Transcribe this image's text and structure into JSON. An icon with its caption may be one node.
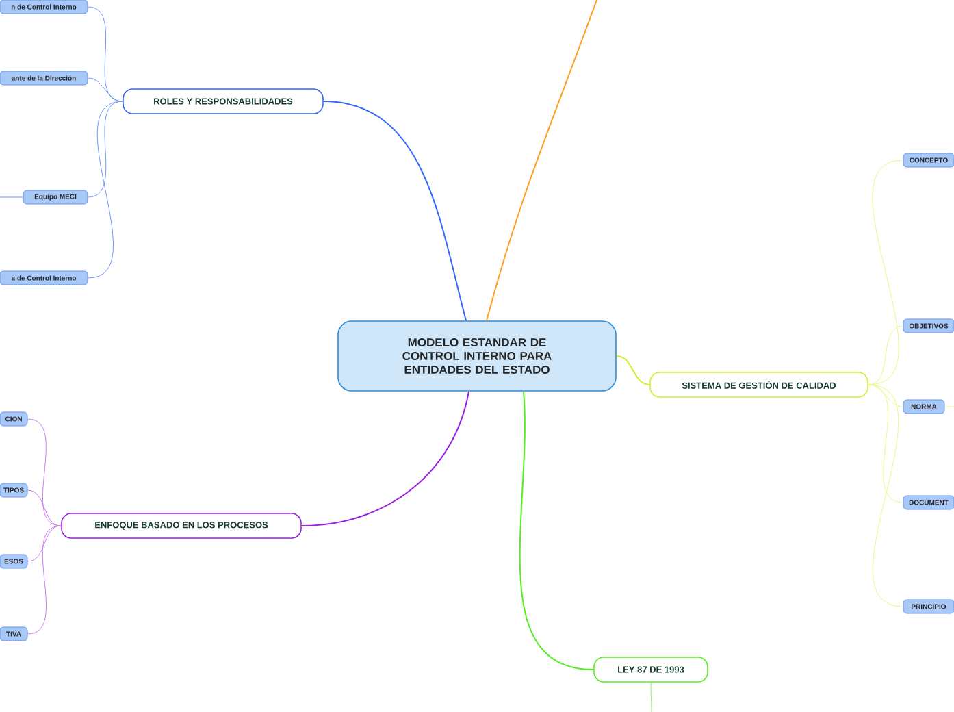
{
  "diagram": {
    "nodes": [
      {
        "text": [
          "MODELO ESTANDAR DE CONTROL INTERNO PARA ENTIDADES DEL ESTADO"
        ]
      },
      {
        "text": [
          "ROLES Y RESPONSABILIDADES"
        ]
      },
      {
        "text": [
          "n de Control Interno"
        ]
      },
      {
        "text": [
          "ante de la Dirección"
        ]
      },
      {
        "text": [
          "Equipo MECI"
        ]
      },
      {
        "text": [
          "a de Control Interno"
        ]
      },
      {
        "text": [
          "ENFOQUE BASADO EN LOS PROCESOS"
        ]
      },
      {
        "text": [
          "CION"
        ]
      },
      {
        "text": [
          "TIPOS"
        ]
      },
      {
        "text": [
          "ESOS"
        ]
      },
      {
        "text": [
          "TIVA"
        ]
      },
      {
        "text": [
          "SISTEMA DE GESTIÓN DE CALIDAD"
        ]
      },
      {
        "text": [
          "CONCEPTO"
        ]
      },
      {
        "text": [
          "OBJETIVOS"
        ]
      },
      {
        "text": [
          "NORMA"
        ]
      },
      {
        "text": [
          "DOCUMENT"
        ]
      },
      {
        "text": [
          "PRINCIPIO"
        ]
      },
      {
        "text": [
          "LEY 87 DE 1993"
        ]
      }
    ],
    "edges": [
      {
        "from": 0,
        "to": null,
        "arrow": "none",
        "color": "#ff9f1c"
      },
      {
        "from": 0,
        "to": 1,
        "arrow": "none",
        "color": "#3366ff"
      },
      {
        "from": 1,
        "to": 2,
        "arrow": "none",
        "color": "#6f96f5"
      },
      {
        "from": 1,
        "to": 3,
        "arrow": "none",
        "color": "#6f96f5"
      },
      {
        "from": 1,
        "to": 4,
        "arrow": "none",
        "color": "#6f96f5"
      },
      {
        "from": 4,
        "to": null,
        "arrow": "none",
        "color": "#6f96f5"
      },
      {
        "from": 1,
        "to": 5,
        "arrow": "none",
        "color": "#6f96f5"
      },
      {
        "from": 0,
        "to": 6,
        "arrow": "none",
        "color": "#9b1fe8"
      },
      {
        "from": 6,
        "to": 7,
        "arrow": "none",
        "color": "#c77cf2"
      },
      {
        "from": 6,
        "to": 8,
        "arrow": "none",
        "color": "#c77cf2"
      },
      {
        "from": 6,
        "to": 9,
        "arrow": "none",
        "color": "#c77cf2"
      },
      {
        "from": 6,
        "to": 10,
        "arrow": "none",
        "color": "#c77cf2"
      },
      {
        "from": 0,
        "to": 11,
        "arrow": "none",
        "color": "#d6ee2a"
      },
      {
        "from": 11,
        "to": 12,
        "arrow": "none",
        "color": "#eaf78a"
      },
      {
        "from": 11,
        "to": 13,
        "arrow": "none",
        "color": "#eaf78a"
      },
      {
        "from": 11,
        "to": 14,
        "arrow": "none",
        "color": "#eaf78a"
      },
      {
        "from": 14,
        "to": null,
        "arrow": "none",
        "color": "#eaf78a"
      },
      {
        "from": 11,
        "to": 15,
        "arrow": "none",
        "color": "#eaf78a"
      },
      {
        "from": 11,
        "to": 16,
        "arrow": "none",
        "color": "#eaf78a"
      },
      {
        "from": 0,
        "to": 17,
        "arrow": "none",
        "color": "#55ee22"
      },
      {
        "from": 17,
        "to": null,
        "arrow": "none",
        "color": "#88f066"
      }
    ]
  }
}
